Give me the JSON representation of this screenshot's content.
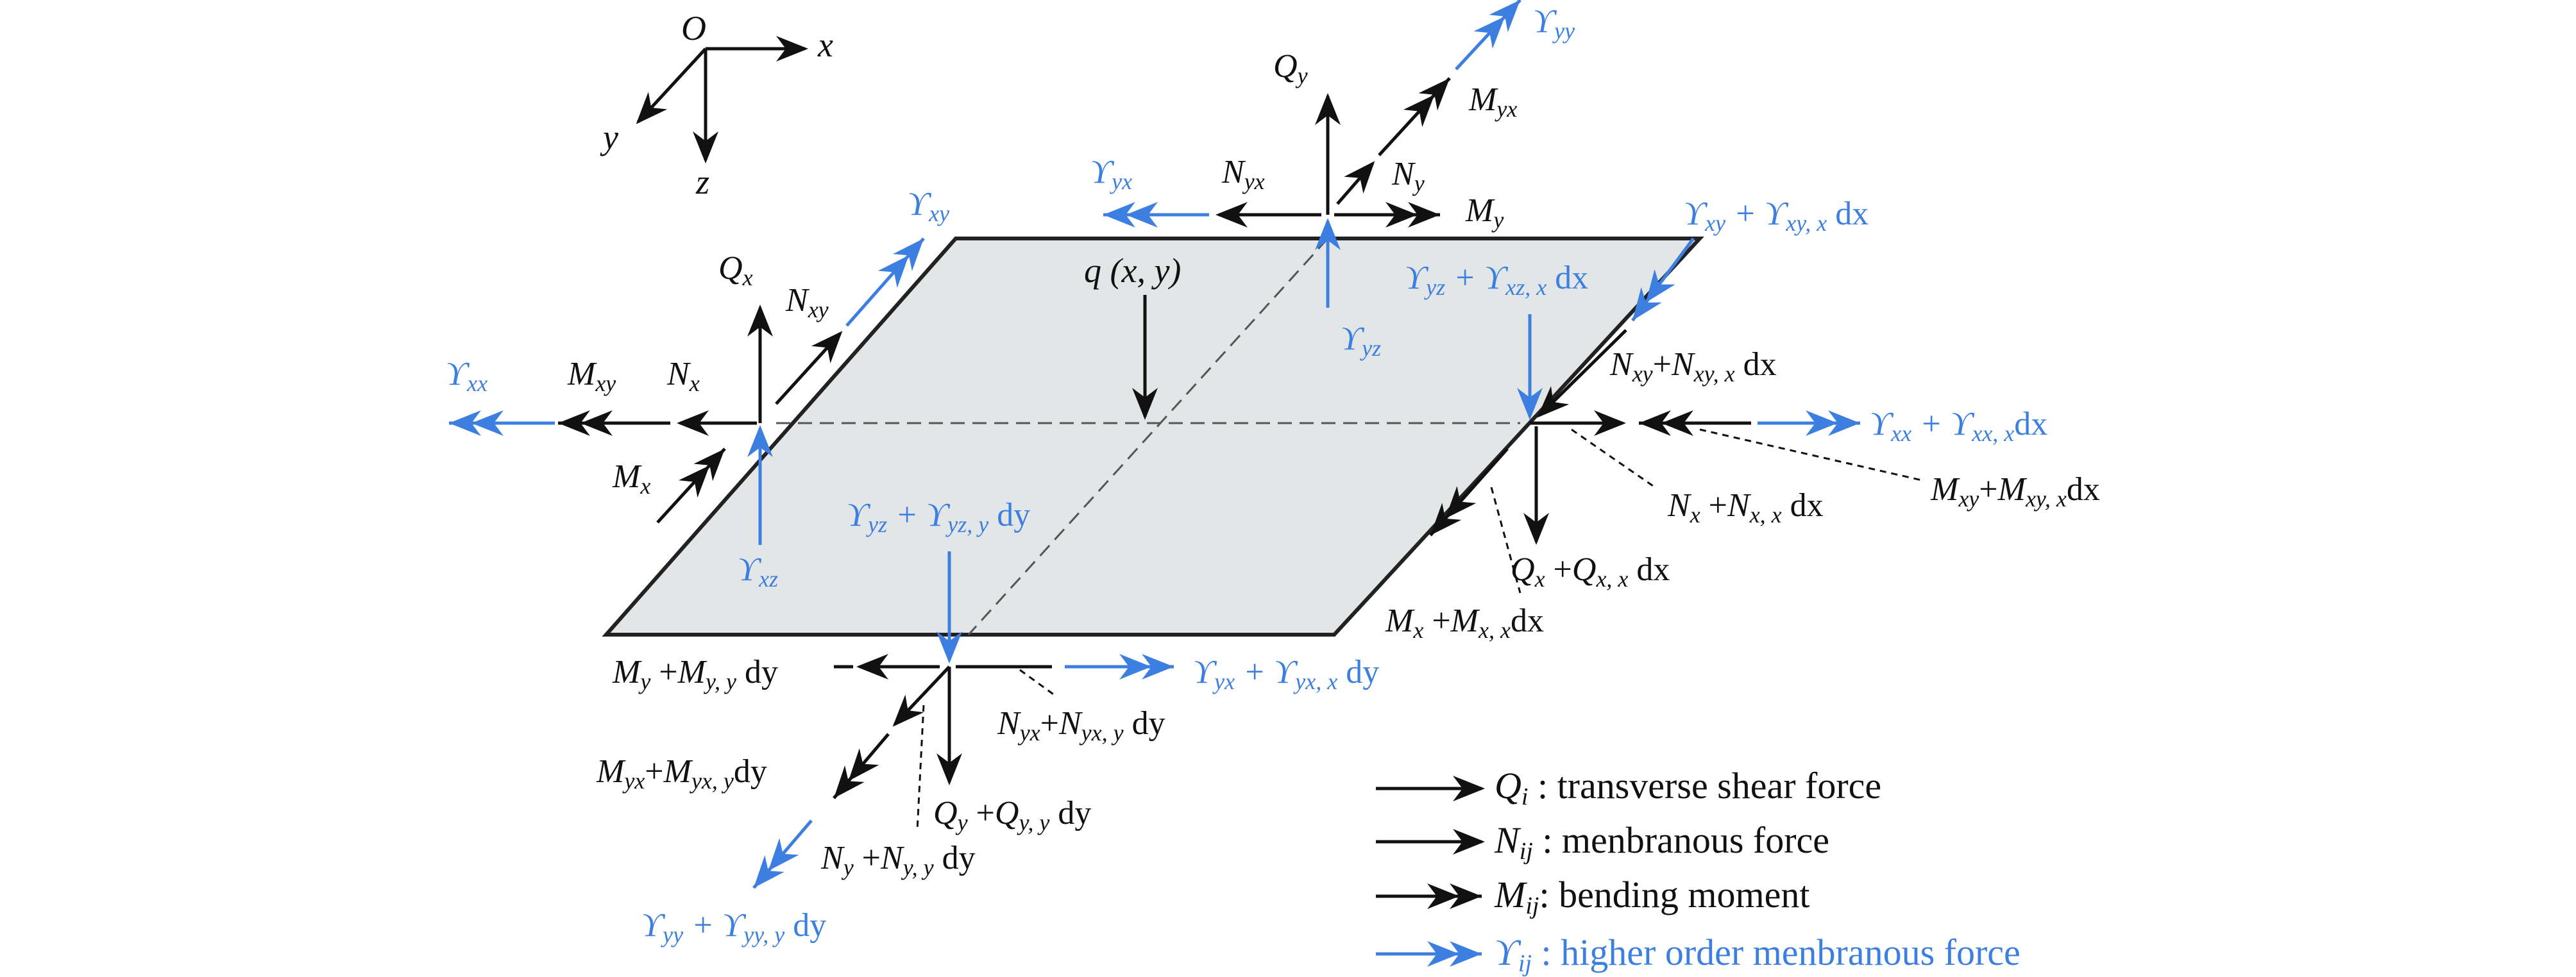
{
  "colors": {
    "black": "#111111",
    "blue": "#3d7fe0",
    "plate_fill": "#e3e6e6",
    "plate_edge": "#222222"
  },
  "axes": {
    "origin": "O",
    "x": "x",
    "y": "y",
    "z": "z"
  },
  "load": "q (x, y)",
  "left_edge": {
    "Qx": "Qx",
    "Nxy": "Nxy",
    "Yxy": "ϒxy",
    "Yxx": "ϒxx",
    "Mxy": "Mxy",
    "Nx": "Nx",
    "Mx": "Mx",
    "Yxz": "ϒxz"
  },
  "top_edge": {
    "Qy": "Qy",
    "Yyy": "ϒyy",
    "Myx": "Myx",
    "Yyx": "ϒyx",
    "Nyx": "Nyx",
    "Ny": "Ny",
    "My": "My",
    "Yyz": "ϒyz"
  },
  "right_edge": {
    "Yxy_dx": "ϒxy + ϒxy, x dx",
    "Yyz_dx": "ϒyz + ϒxz, x dx",
    "Nxy_dx": "Nxy+Nxy, x dx",
    "Yxx_dx": "ϒxx + ϒxx, x dx",
    "Mxy_dx": "Mxy+Mxy, x dx",
    "Nx_dx": "Nx +Nx, x dx",
    "Qx_dx": "Qx +Qx, x dx",
    "Mx_dx": "Mx +Mx, x dx"
  },
  "bottom_edge": {
    "Yyz_dy": "ϒyz + ϒyz, y dy",
    "My_dy": "My +My, y dy",
    "Yyx_dy": "ϒyx + ϒyx, x dy",
    "Nyx_dy": "Nyx+Nyx, y dy",
    "Myx_dy": "Myx+Myx, y dy",
    "Qy_dy": "Qy +Qy, y dy",
    "Ny_dy": "Ny +Ny, y dy",
    "Yyy_dy": "ϒyy + ϒyy, y dy"
  },
  "legend": [
    {
      "symbol": "Qi",
      "text": " : transverse shear force"
    },
    {
      "symbol": "Nij",
      "text": " : menbranous force"
    },
    {
      "symbol": "Mij",
      "text": ": bending moment"
    },
    {
      "symbol": "ϒij",
      "text": " : higher order menbranous force"
    }
  ]
}
